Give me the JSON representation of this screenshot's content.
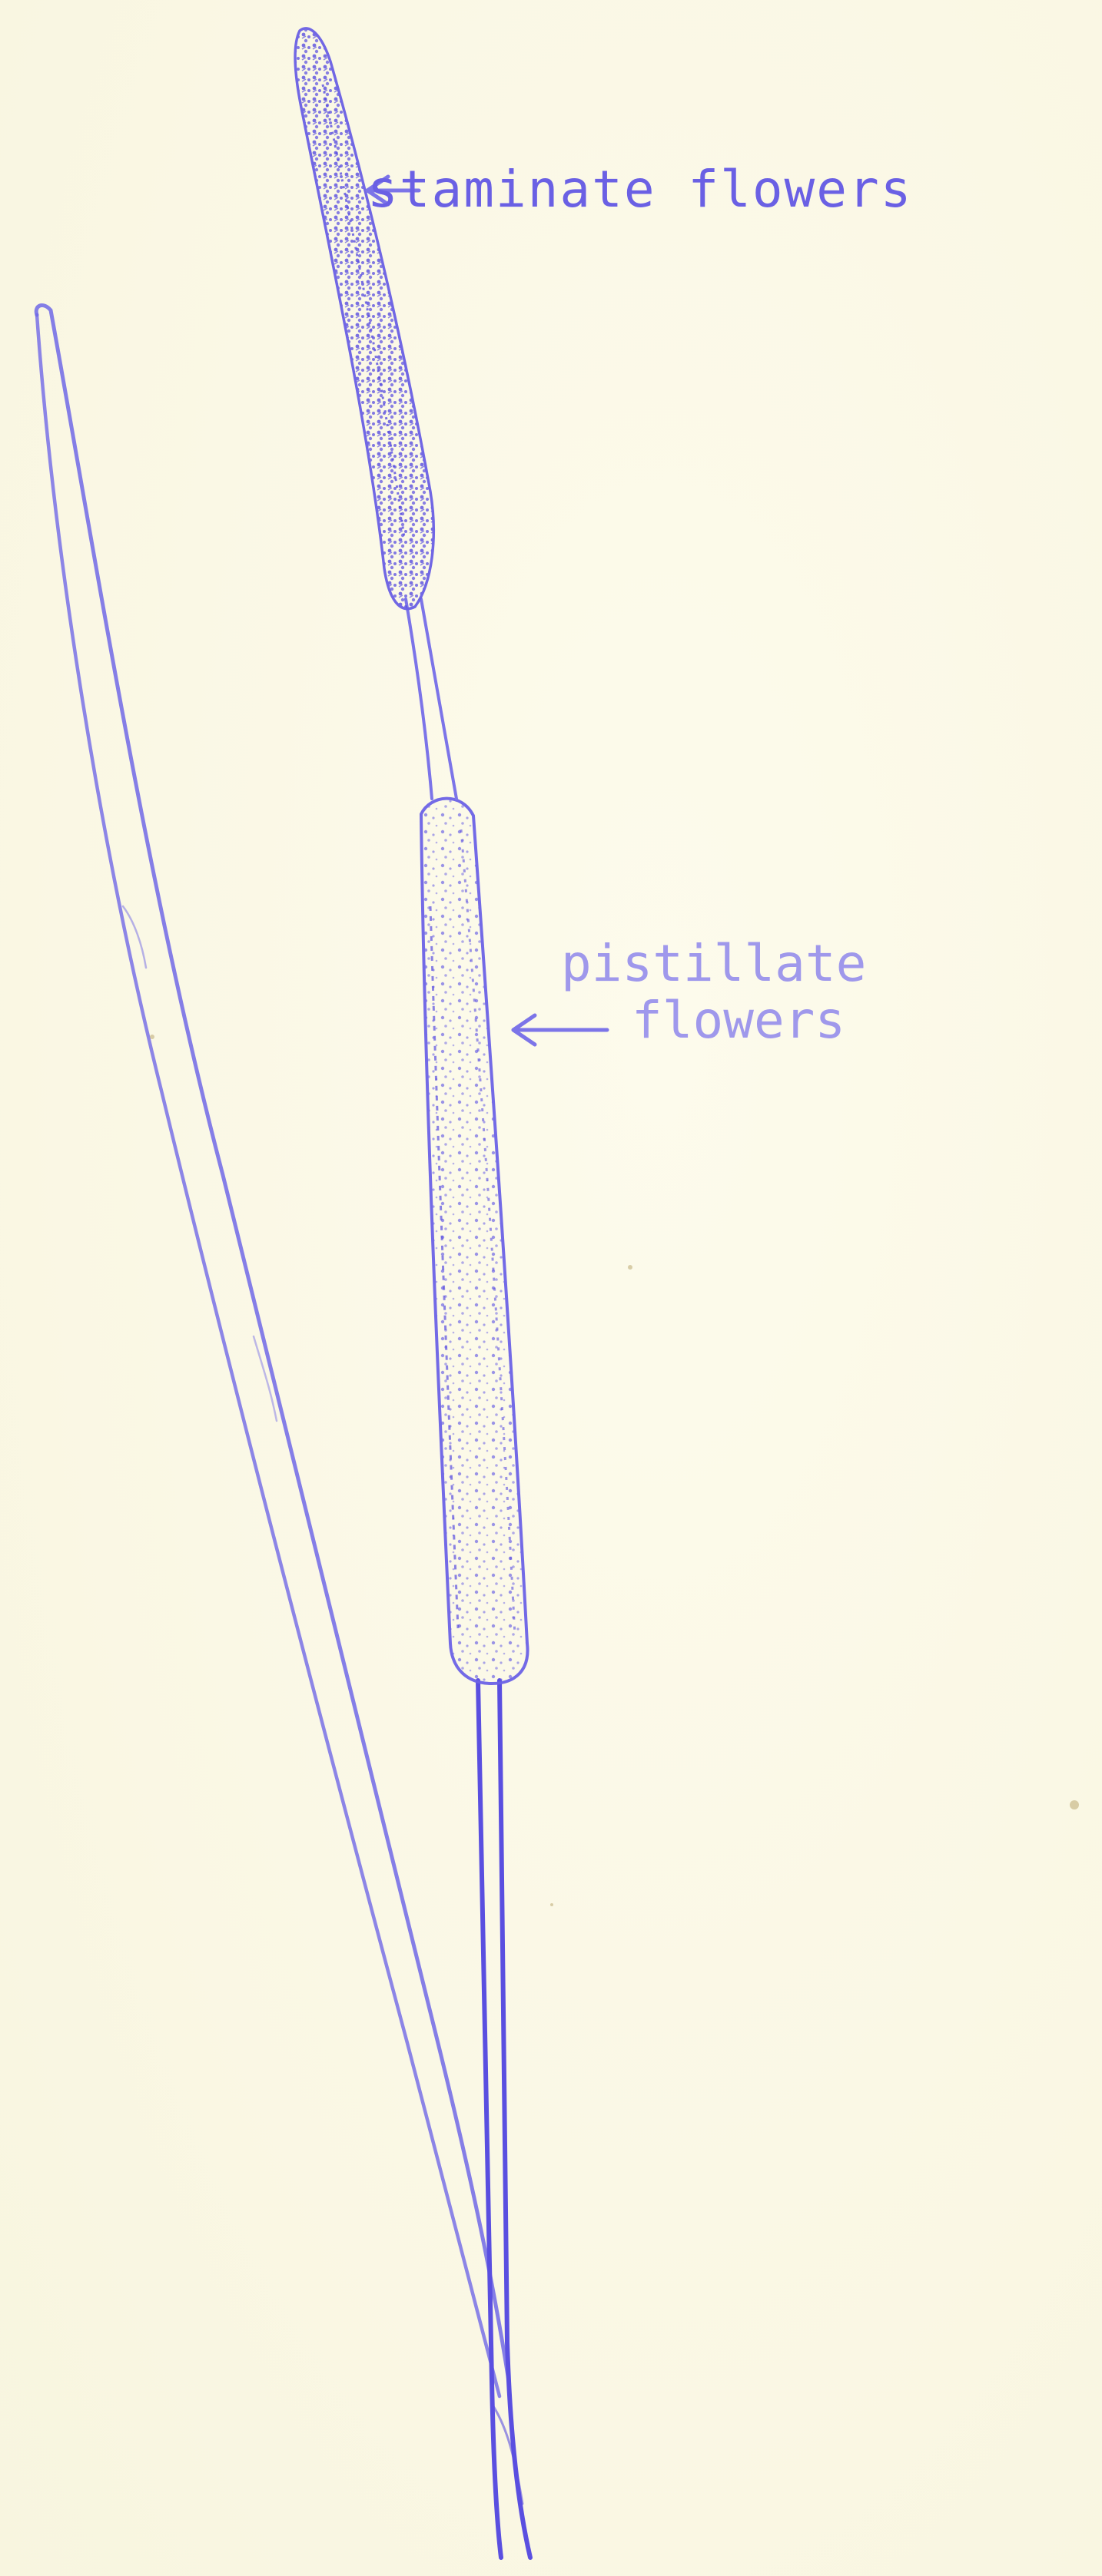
{
  "labels": {
    "staminate": "staminate flowers",
    "pistillate_line1": "pistillate",
    "pistillate_line2": "flowers"
  },
  "colors": {
    "ink": "#5a4fe0",
    "ink_light": "#8f87ec",
    "paper": "#fbf9e6"
  }
}
